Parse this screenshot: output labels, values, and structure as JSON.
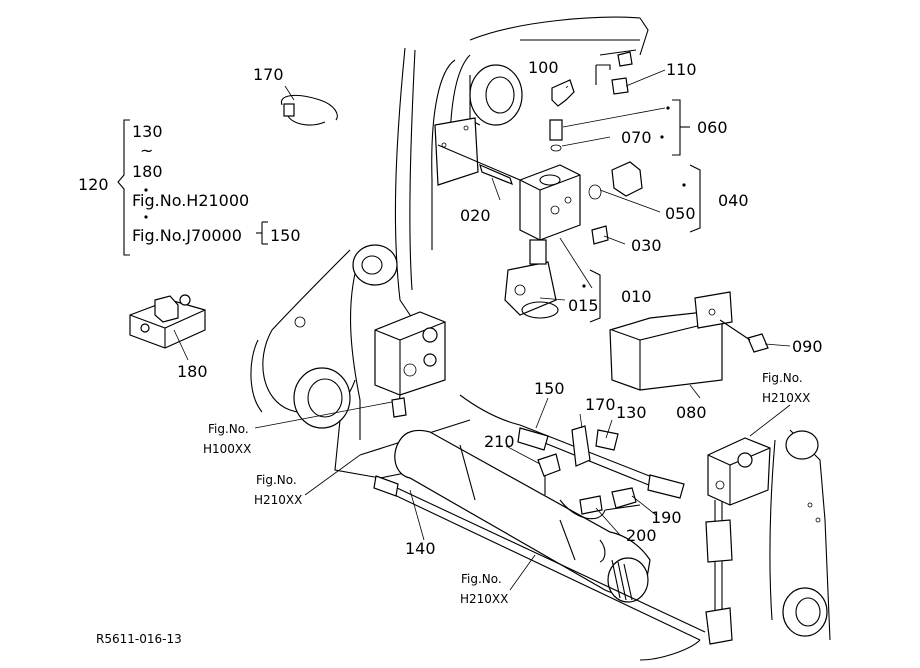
{
  "callouts": {
    "p010": "010",
    "p015": "015",
    "p020": "020",
    "p030": "030",
    "p040": "040",
    "p050": "050",
    "p060": "060",
    "p070": "070",
    "p080": "080",
    "p090": "090",
    "p100": "100",
    "p110": "110",
    "p120": "120",
    "p130": "130",
    "p130b": "130",
    "p140": "140",
    "p150": "150",
    "p150b": "150",
    "p170": "170",
    "p170b": "170",
    "p180": "180",
    "p180b": "180",
    "p190": "190",
    "p200": "200",
    "p210": "210"
  },
  "range_tilde": "~",
  "fig_refs": {
    "h21000": "Fig.No.H21000",
    "j70000": "Fig.No.J70000",
    "fig_no": "Fig.No.",
    "h100xx": "H100XX",
    "h210xx": "H210XX"
  },
  "drawing_number": "R5611-016-13"
}
